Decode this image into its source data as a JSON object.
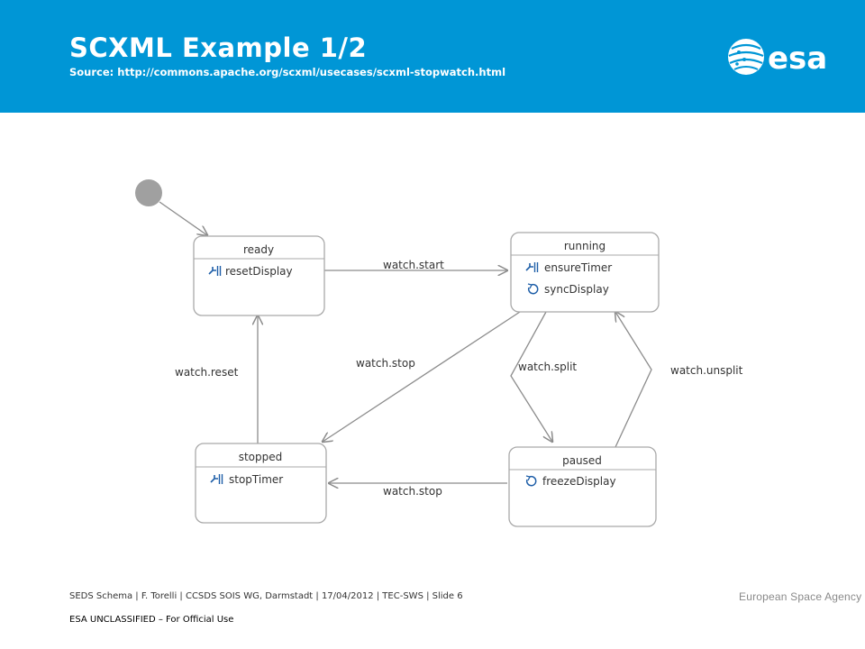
{
  "slide": {
    "title": "SCXML Example 1/2",
    "source": "Source: http://commons.apache.org/scxml/usecases/scxml-stopwatch.html",
    "footer": "SEDS Schema | F. Torelli | CCSDS SOIS WG, Darmstadt | 17/04/2012 | TEC-SWS | Slide  6",
    "classification": "ESA UNCLASSIFIED – For Official Use",
    "agency": "European Space Agency",
    "logo_text": "esa",
    "colors": {
      "header": "#0096d6",
      "arrow": "#8c8c8c",
      "state_border": "#a9a9a9"
    }
  },
  "diagram": {
    "states": {
      "ready": {
        "name": "ready",
        "actions": [
          {
            "icon": "entry-action-icon",
            "text": "resetDisplay"
          }
        ]
      },
      "running": {
        "name": "running",
        "actions": [
          {
            "icon": "entry-action-icon",
            "text": "ensureTimer"
          },
          {
            "icon": "loop-action-icon",
            "text": "syncDisplay"
          }
        ]
      },
      "stopped": {
        "name": "stopped",
        "actions": [
          {
            "icon": "entry-action-icon",
            "text": "stopTimer"
          }
        ]
      },
      "paused": {
        "name": "paused",
        "actions": [
          {
            "icon": "loop-action-icon",
            "text": "freezeDisplay"
          }
        ]
      }
    },
    "transitions": {
      "start": "watch.start",
      "stop_running": "watch.stop",
      "split": "watch.split",
      "unsplit": "watch.unsplit",
      "reset": "watch.reset",
      "stop_paused": "watch.stop"
    }
  }
}
